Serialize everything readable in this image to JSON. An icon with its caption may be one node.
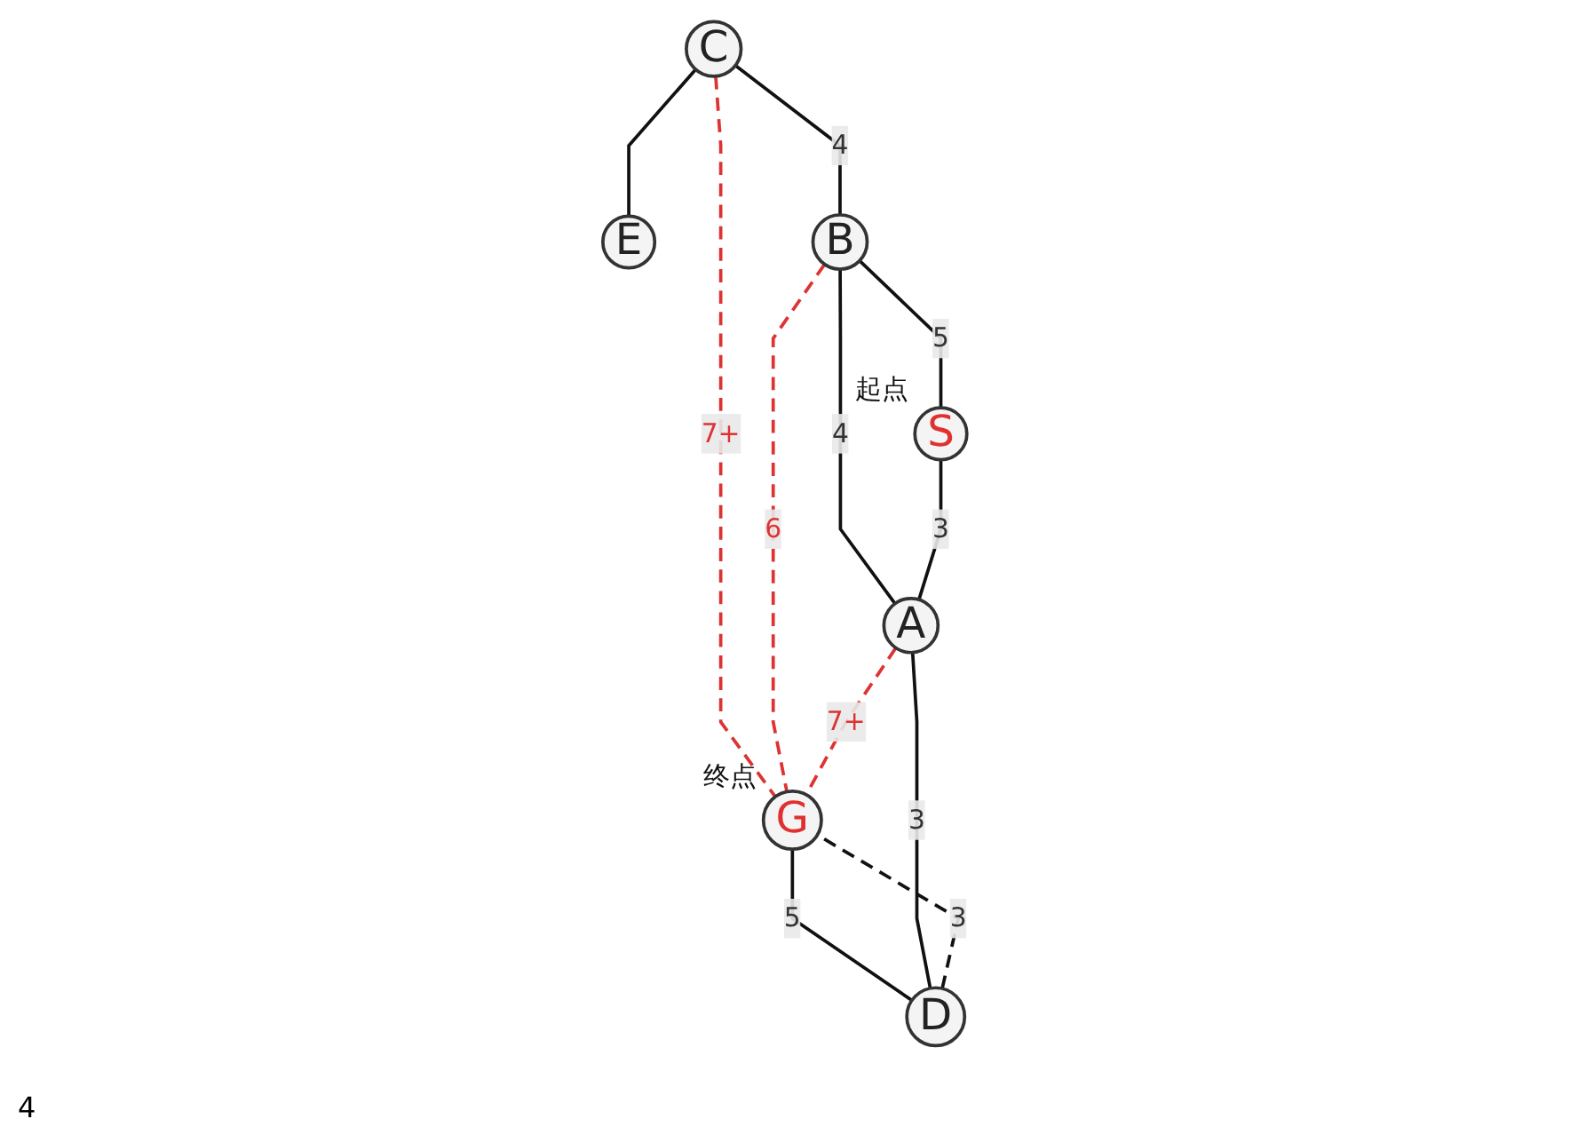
{
  "diagram": {
    "nodes": [
      {
        "text": [
          "C"
        ]
      },
      {
        "text": [
          "E"
        ]
      },
      {
        "text": [
          "G"
        ],
        "beside": [
          "终点"
        ]
      },
      {
        "text": [
          "B"
        ]
      },
      {
        "text": [
          "S"
        ],
        "beside": [
          "起点"
        ]
      },
      {
        "text": [
          "A"
        ]
      },
      {
        "text": [
          "D"
        ]
      }
    ],
    "edges": [
      {
        "from": 0,
        "to": 1,
        "arrow": "none"
      },
      {
        "from": 0,
        "to": 3,
        "arrow": "none",
        "label": "4"
      },
      {
        "from": 0,
        "to": 2,
        "arrow": "none",
        "label": "7+",
        "style": "dashed",
        "color": "#dd3333"
      },
      {
        "from": 3,
        "to": 2,
        "arrow": "none",
        "label": "6",
        "style": "dashed",
        "color": "#dd3333"
      },
      {
        "from": 3,
        "to": 4,
        "arrow": "none",
        "label": "5"
      },
      {
        "from": 3,
        "to": 5,
        "arrow": "none",
        "label": "4"
      },
      {
        "from": 5,
        "to": 2,
        "arrow": "none",
        "label": "7+",
        "style": "dashed",
        "color": "#dd3333"
      },
      {
        "from": 2,
        "to": 6,
        "arrow": "none",
        "label": "5"
      },
      {
        "from": 4,
        "to": 5,
        "arrow": "none",
        "label": "3"
      },
      {
        "from": 5,
        "to": 6,
        "arrow": "none",
        "label": "3"
      },
      {
        "from": 6,
        "to": 2,
        "arrow": "none",
        "label": "3",
        "style": "dashed"
      }
    ],
    "labels": [
      "4"
    ]
  }
}
